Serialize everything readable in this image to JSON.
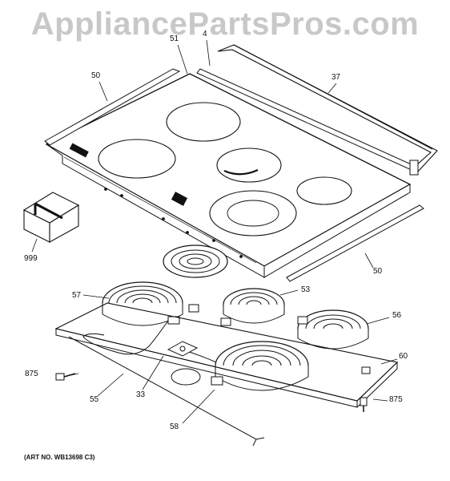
{
  "watermark": "AppliancePartsPros.com",
  "art_number": "(ART NO. WB13698 C3)",
  "callouts": {
    "c50_left": "50",
    "c51": "51",
    "c4": "4",
    "c37": "37",
    "c999": "999",
    "c50_right": "50",
    "c57": "57",
    "c53": "53",
    "c56": "56",
    "c60": "60",
    "c875_left": "875",
    "c875_right": "875",
    "c55": "55",
    "c33": "33",
    "c58": "58"
  }
}
